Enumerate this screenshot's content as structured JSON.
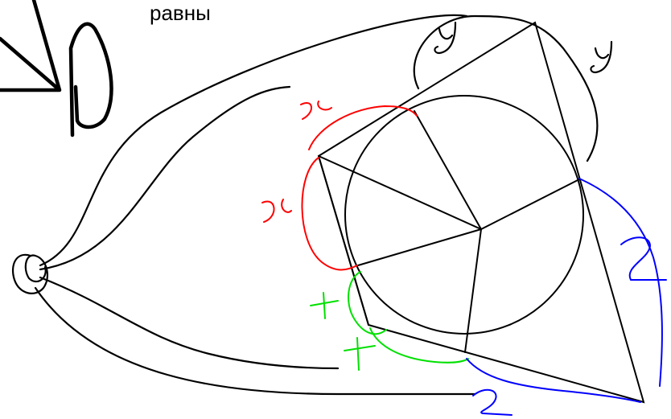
{
  "header": {
    "text": "равны"
  },
  "colors": {
    "ink": "#000000",
    "red": "#ff0000",
    "blue": "#0000ff",
    "green": "#00e000",
    "background": "#ffffff"
  },
  "marks": {
    "red_label": "x",
    "blue_label": "z",
    "green_label": "t",
    "black_label": "y"
  }
}
